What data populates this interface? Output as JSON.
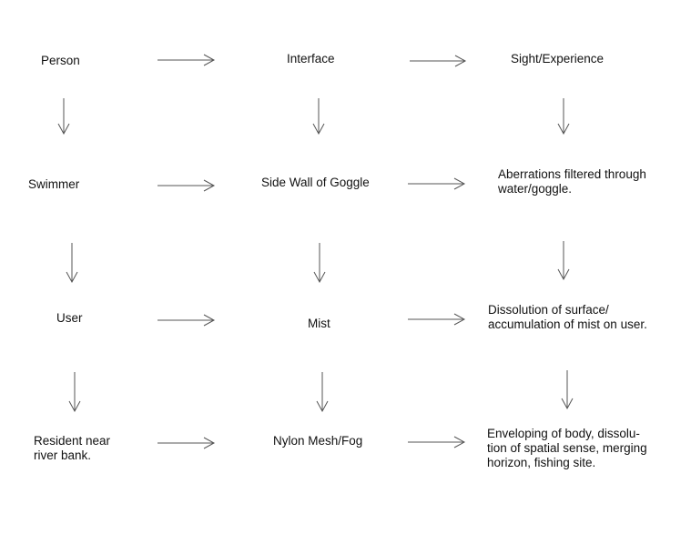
{
  "rows": [
    [
      "Person",
      "Interface",
      "Sight/Experience"
    ],
    [
      "Swimmer",
      "Side Wall of Goggle",
      "Aberrations filtered through\nwater/goggle."
    ],
    [
      "User",
      "Mist",
      "Dissolution of surface/\naccumulation of mist on user."
    ],
    [
      "Resident near\nriver bank.",
      "Nylon Mesh/Fog",
      "Enveloping of body, dissolu-\ntion of spatial sense, merging\nhorizon, fishing site."
    ]
  ],
  "colors": {
    "text": "#111111",
    "arrow": "#555555"
  }
}
